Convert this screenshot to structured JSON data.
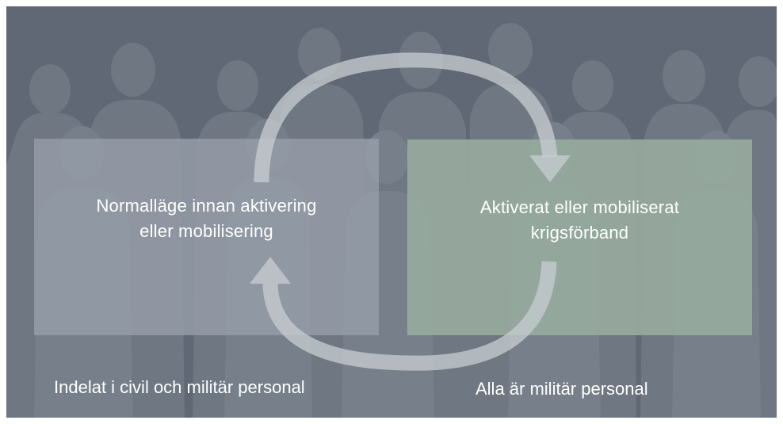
{
  "diagram": {
    "left_box": {
      "text": "Normalläge innan aktivering\neller mobilisering"
    },
    "right_box": {
      "text": "Aktiverat eller mobiliserat\nkrigsförband"
    },
    "left_caption": "Indelat i civil och militär personal",
    "right_caption": "Alla är militär personal"
  },
  "colors": {
    "background": "#5f6874",
    "crowd": "#77808a",
    "left_box": "#969ea8",
    "right_box": "#97aa9e",
    "arrow": "#c2c8cd",
    "text": "#ffffff"
  }
}
